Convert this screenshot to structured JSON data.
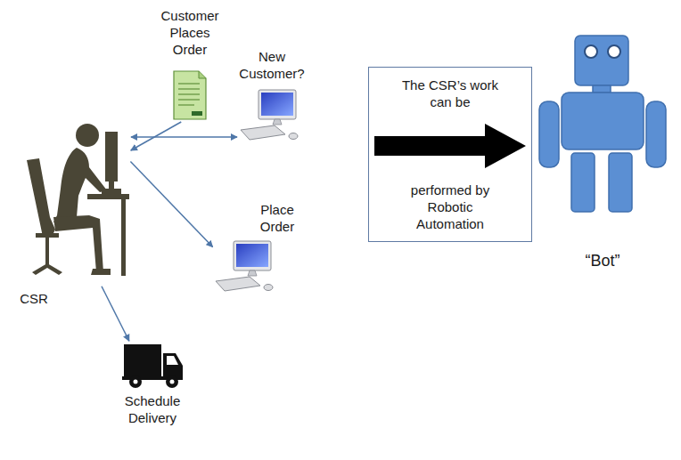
{
  "diagram": {
    "nodes": [
      {
        "text": [
          "Customer Places Order"
        ]
      },
      {
        "text": [
          "CSR"
        ]
      },
      {
        "text": [
          "New Customer?"
        ]
      },
      {
        "text": [
          "Place Order"
        ]
      },
      {
        "text": [
          "Schedule Delivery"
        ]
      },
      {
        "text": [
          "The CSR’s work can be",
          "performed by Robotic Automation"
        ]
      },
      {
        "text": [
          "“Bot”"
        ]
      }
    ],
    "edges": [
      {
        "from": 0,
        "to": 1,
        "arrow": "to"
      },
      {
        "from": 1,
        "to": 2,
        "arrow": "both"
      },
      {
        "from": 1,
        "to": 3,
        "arrow": "to"
      },
      {
        "from": 1,
        "to": 4,
        "arrow": "to"
      }
    ]
  }
}
